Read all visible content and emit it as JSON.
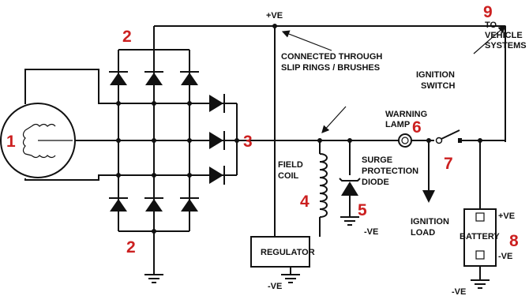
{
  "labels": {
    "pos_top": "+VE",
    "connected_line1": "CONNECTED THROUGH",
    "connected_line2": "SLIP RINGS / BRUSHES",
    "to_line1": "TO",
    "to_line2": "VEHICLE",
    "to_line3": "SYSTEMS",
    "ignition_line1": "IGNITION",
    "ignition_line2": "SWITCH",
    "warning_line1": "WARNING",
    "warning_line2": "LAMP",
    "field_line1": "FIELD",
    "field_line2": "COIL",
    "surge_line1": "SURGE",
    "surge_line2": "PROTECTION",
    "surge_line3": "DIODE",
    "neg_surge": "-VE",
    "ign_load_line1": "IGNITION",
    "ign_load_line2": "LOAD",
    "battery": "BATTERY",
    "bat_pos": "+VE",
    "bat_neg": "-VE",
    "regulator": "REGULATOR",
    "neg_reg": "-VE",
    "neg_bat": "-VE"
  },
  "numbers": {
    "n1": "1",
    "n2_top": "2",
    "n2_bot": "2",
    "n3": "3",
    "n4": "4",
    "n5": "5",
    "n6": "6",
    "n7": "7",
    "n8": "8",
    "n9": "9"
  },
  "colors": {
    "wire": "#111111",
    "callout": "#cc2020"
  }
}
